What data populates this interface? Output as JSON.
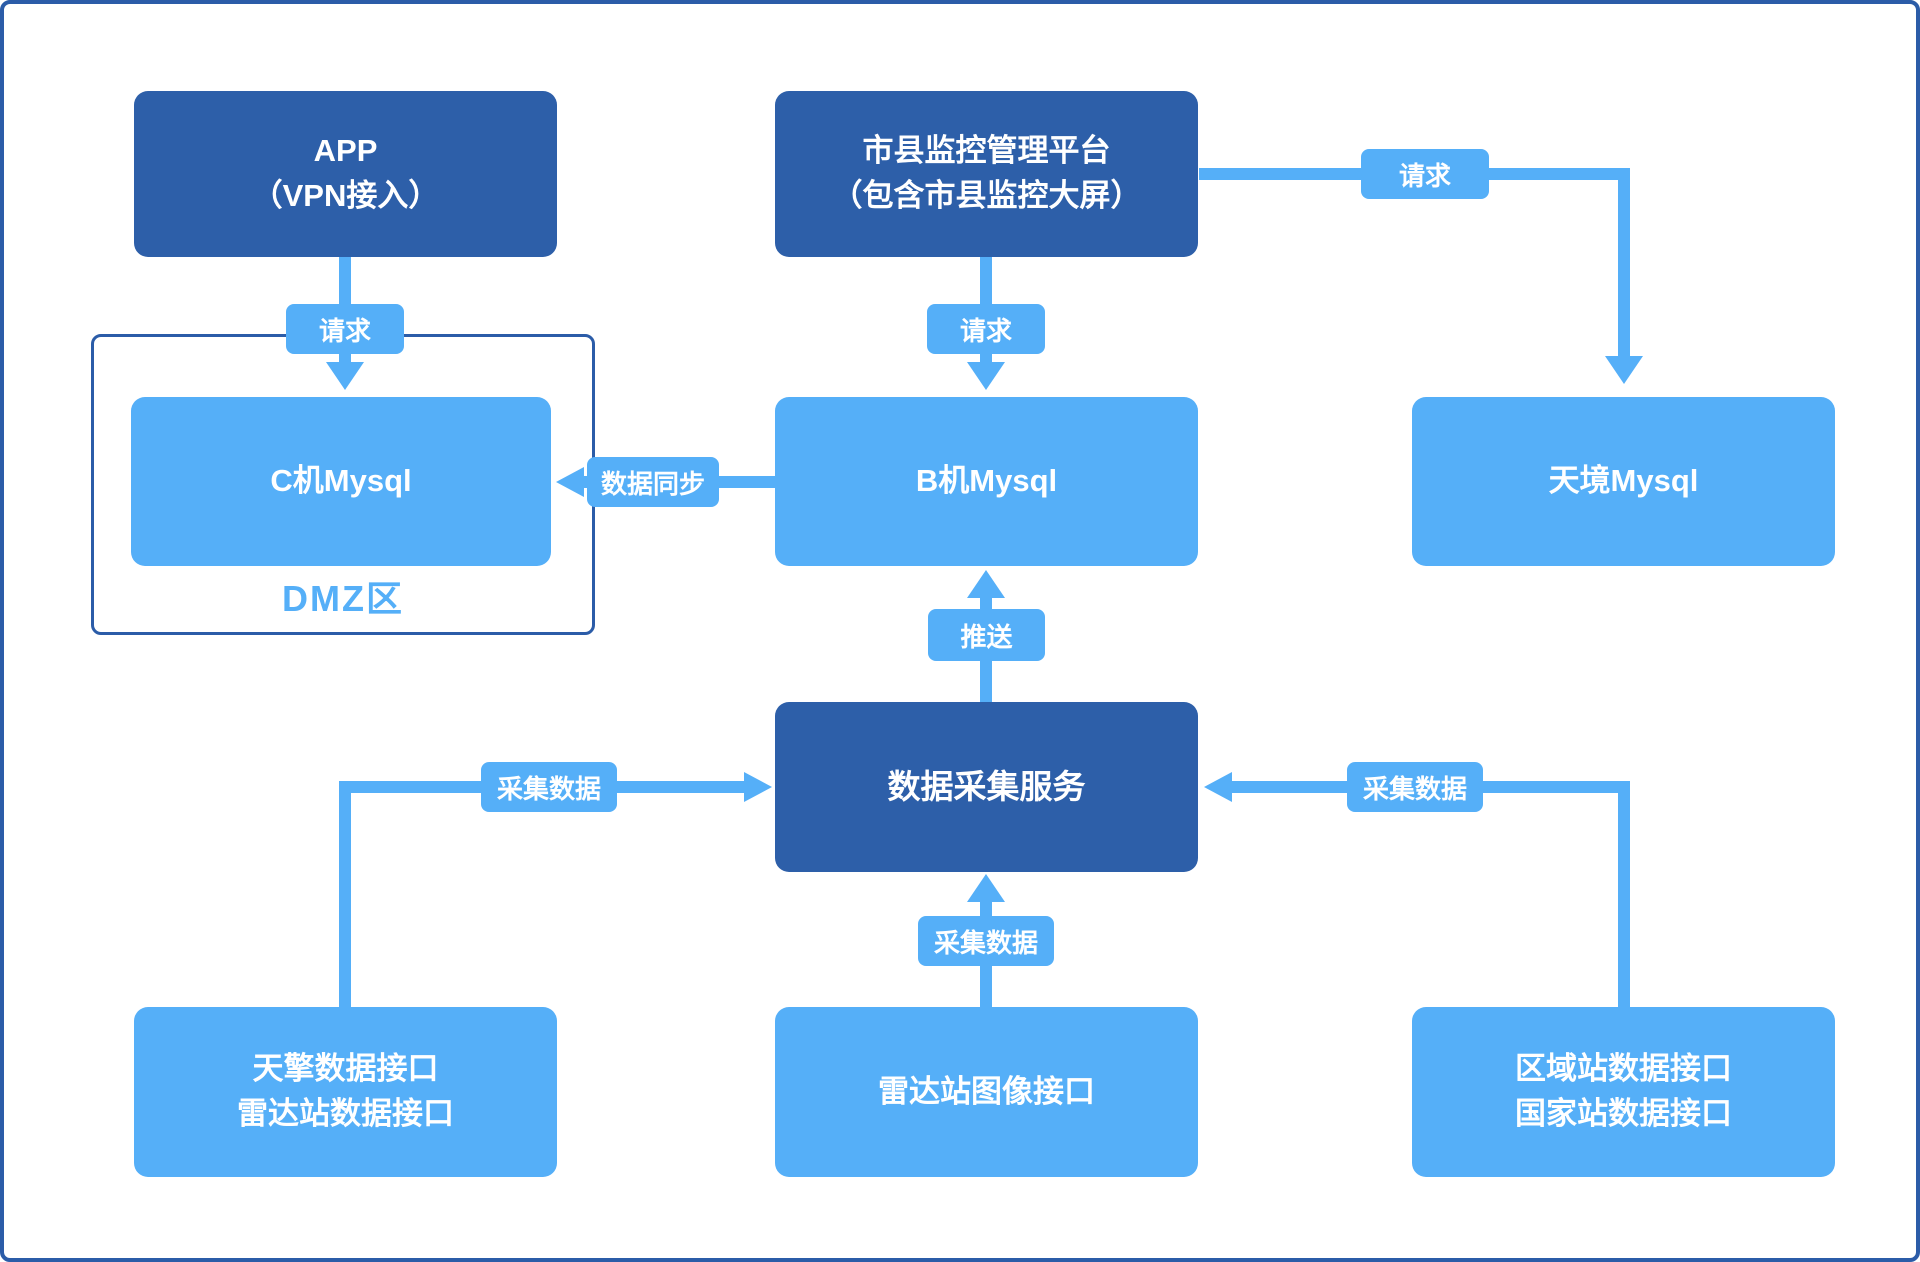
{
  "colors": {
    "dark_blue": "#2D5FA9",
    "light_blue": "#55AFF8",
    "border_blue": "#2B5CA8",
    "text_white": "#FFFFFF"
  },
  "nodes": {
    "app": {
      "line1": "APP",
      "line2": "（VPN接入）"
    },
    "platform": {
      "line1": "市县监控管理平台",
      "line2": "（包含市县监控大屏）"
    },
    "c_mysql": {
      "line1": "C机Mysql"
    },
    "b_mysql": {
      "line1": "B机Mysql"
    },
    "sky_mysql": {
      "line1": "天境Mysql"
    },
    "collector": {
      "line1": "数据采集服务"
    },
    "tianqing": {
      "line1": "天擎数据接口",
      "line2": "雷达站数据接口"
    },
    "radar_image": {
      "line1": "雷达站图像接口"
    },
    "regional": {
      "line1": "区域站数据接口",
      "line2": "国家站数据接口"
    }
  },
  "zones": {
    "dmz": {
      "label": "DMZ区"
    }
  },
  "edges": {
    "app_to_c": {
      "label": "请求"
    },
    "platform_to_b": {
      "label": "请求"
    },
    "platform_to_sky": {
      "label": "请求"
    },
    "b_to_c": {
      "label": "数据同步"
    },
    "collector_to_b": {
      "label": "推送"
    },
    "tianqing_to_collector": {
      "label": "采集数据"
    },
    "radar_to_collector": {
      "label": "采集数据"
    },
    "regional_to_collector": {
      "label": "采集数据"
    }
  }
}
